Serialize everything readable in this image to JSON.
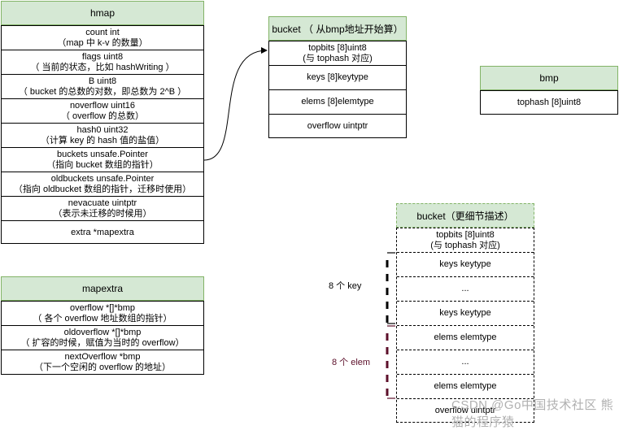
{
  "hmap": {
    "title": "hmap",
    "fields": [
      {
        "l1": "count int",
        "l2": "（map 中 k-v 的数量）"
      },
      {
        "l1": "flags uint8",
        "l2": "（ 当前的状态，比如 hashWriting ）"
      },
      {
        "l1": "B uint8",
        "l2": "（ bucket 的总数的对数，即总数为 2^B ）"
      },
      {
        "l1": "noverflow uint16",
        "l2": "（ overflow 的总数）"
      },
      {
        "l1": "hash0 uint32",
        "l2": "（计算 key 的 hash 值的盐值）"
      },
      {
        "l1": "buckets unsafe.Pointer",
        "l2": "（指向 bucket 数组的指针）"
      },
      {
        "l1": "oldbuckets unsafe.Pointer",
        "l2": "（指向 oldbucket 数组的指针，迁移时使用）"
      },
      {
        "l1": "nevacuate uintptr",
        "l2": "（表示未迁移的时候用）"
      },
      {
        "l1": "extra *mapextra",
        "l2": ""
      }
    ]
  },
  "bucket": {
    "title": "bucket （ 从bmp地址开始算）",
    "fields": [
      {
        "l1": "topbits [8]uint8",
        "l2": "(与 tophash 对应)"
      },
      {
        "l1": "keys [8]keytype",
        "l2": ""
      },
      {
        "l1": "elems [8]elemtype",
        "l2": ""
      },
      {
        "l1": "overflow uintptr",
        "l2": ""
      }
    ]
  },
  "bmp": {
    "title": "bmp",
    "fields": [
      {
        "l1": "tophash [8]uint8",
        "l2": ""
      }
    ]
  },
  "mapextra": {
    "title": "mapextra",
    "fields": [
      {
        "l1": "overflow *[]*bmp",
        "l2": "（ 各个 overflow 地址数组的指针）"
      },
      {
        "l1": "oldoverflow *[]*bmp",
        "l2": "（ 扩容的时候，赋值为当时的 overflow）"
      },
      {
        "l1": "nextOverflow *bmp",
        "l2": "（下一个空闲的 overflow 的地址）"
      }
    ]
  },
  "bucket_detail": {
    "title": "bucket（更细节描述）",
    "fields": [
      {
        "l1": "topbits [8]uint8",
        "l2": "(与 tophash 对应)"
      },
      {
        "l1": "keys keytype",
        "l2": ""
      },
      {
        "l1": "...",
        "l2": ""
      },
      {
        "l1": "keys keytype",
        "l2": ""
      },
      {
        "l1": "elems elemtype",
        "l2": ""
      },
      {
        "l1": "...",
        "l2": ""
      },
      {
        "l1": "elems elemtype",
        "l2": ""
      },
      {
        "l1": "overflow uintptr",
        "l2": ""
      }
    ]
  },
  "annotations": {
    "key_count": "8 个 key",
    "elem_count": "8 个 elem"
  },
  "watermark": "CSDN @Go中国技术社区 熊猫的程序猿",
  "colors": {
    "header_fill": "#d5e8d4",
    "header_border": "#82b366",
    "elem_annotation": "#5c0f2a",
    "key_bracket": "#000000"
  }
}
